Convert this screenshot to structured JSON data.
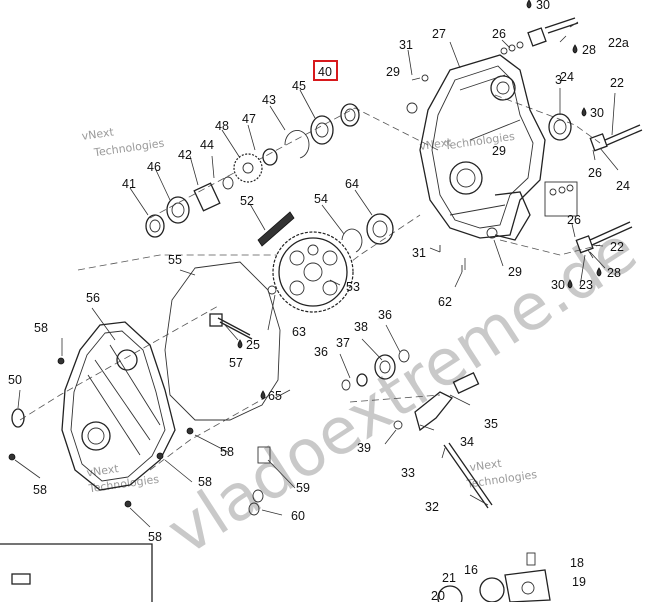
{
  "diagram": {
    "highlighted_callout": "40",
    "highlight_color": "#d7191c",
    "watermarks": {
      "site": "vladoextreme.de",
      "brand_top": "vNext",
      "brand_bottom": "Technologies"
    },
    "callouts": [
      {
        "id": "30",
        "text": "30"
      },
      {
        "id": "26a",
        "text": "26"
      },
      {
        "id": "28a",
        "text": "28"
      },
      {
        "id": "22a",
        "text": "22a"
      },
      {
        "id": "31a",
        "text": "31"
      },
      {
        "id": "27",
        "text": "27"
      },
      {
        "id": "29a",
        "text": "29"
      },
      {
        "id": "24a",
        "text": "24"
      },
      {
        "id": "40",
        "text": "40"
      },
      {
        "id": "45",
        "text": "45"
      },
      {
        "id": "3",
        "text": "3"
      },
      {
        "id": "22",
        "text": "22"
      },
      {
        "id": "43",
        "text": "43"
      },
      {
        "id": "30b",
        "text": "30"
      },
      {
        "id": "48",
        "text": "48"
      },
      {
        "id": "47",
        "text": "47"
      },
      {
        "id": "29b",
        "text": "29"
      },
      {
        "id": "26b",
        "text": "26"
      },
      {
        "id": "24b",
        "text": "24"
      },
      {
        "id": "44",
        "text": "44"
      },
      {
        "id": "42",
        "text": "42"
      },
      {
        "id": "46",
        "text": "46"
      },
      {
        "id": "41",
        "text": "41"
      },
      {
        "id": "64",
        "text": "64"
      },
      {
        "id": "26c",
        "text": "26"
      },
      {
        "id": "52",
        "text": "52"
      },
      {
        "id": "54",
        "text": "54"
      },
      {
        "id": "22b",
        "text": "22"
      },
      {
        "id": "55",
        "text": "55"
      },
      {
        "id": "31b",
        "text": "31"
      },
      {
        "id": "29c",
        "text": "29"
      },
      {
        "id": "28c",
        "text": "28"
      },
      {
        "id": "53",
        "text": "53"
      },
      {
        "id": "62",
        "text": "62"
      },
      {
        "id": "30c",
        "text": "30"
      },
      {
        "id": "23",
        "text": "23"
      },
      {
        "id": "56",
        "text": "56"
      },
      {
        "id": "63",
        "text": "63"
      },
      {
        "id": "58a",
        "text": "58"
      },
      {
        "id": "38",
        "text": "38"
      },
      {
        "id": "36a",
        "text": "36"
      },
      {
        "id": "25",
        "text": "25"
      },
      {
        "id": "37",
        "text": "37"
      },
      {
        "id": "36b",
        "text": "36"
      },
      {
        "id": "57",
        "text": "57"
      },
      {
        "id": "50",
        "text": "50"
      },
      {
        "id": "65",
        "text": "65"
      },
      {
        "id": "35",
        "text": "35"
      },
      {
        "id": "34",
        "text": "34"
      },
      {
        "id": "39",
        "text": "39"
      },
      {
        "id": "58b",
        "text": "58"
      },
      {
        "id": "58c",
        "text": "58"
      },
      {
        "id": "33",
        "text": "33"
      },
      {
        "id": "58d",
        "text": "58"
      },
      {
        "id": "59",
        "text": "59"
      },
      {
        "id": "32",
        "text": "32"
      },
      {
        "id": "60",
        "text": "60"
      },
      {
        "id": "58e",
        "text": "58"
      },
      {
        "id": "16",
        "text": "16"
      },
      {
        "id": "18",
        "text": "18"
      },
      {
        "id": "19",
        "text": "19"
      },
      {
        "id": "21",
        "text": "21"
      },
      {
        "id": "20",
        "text": "20"
      }
    ]
  }
}
